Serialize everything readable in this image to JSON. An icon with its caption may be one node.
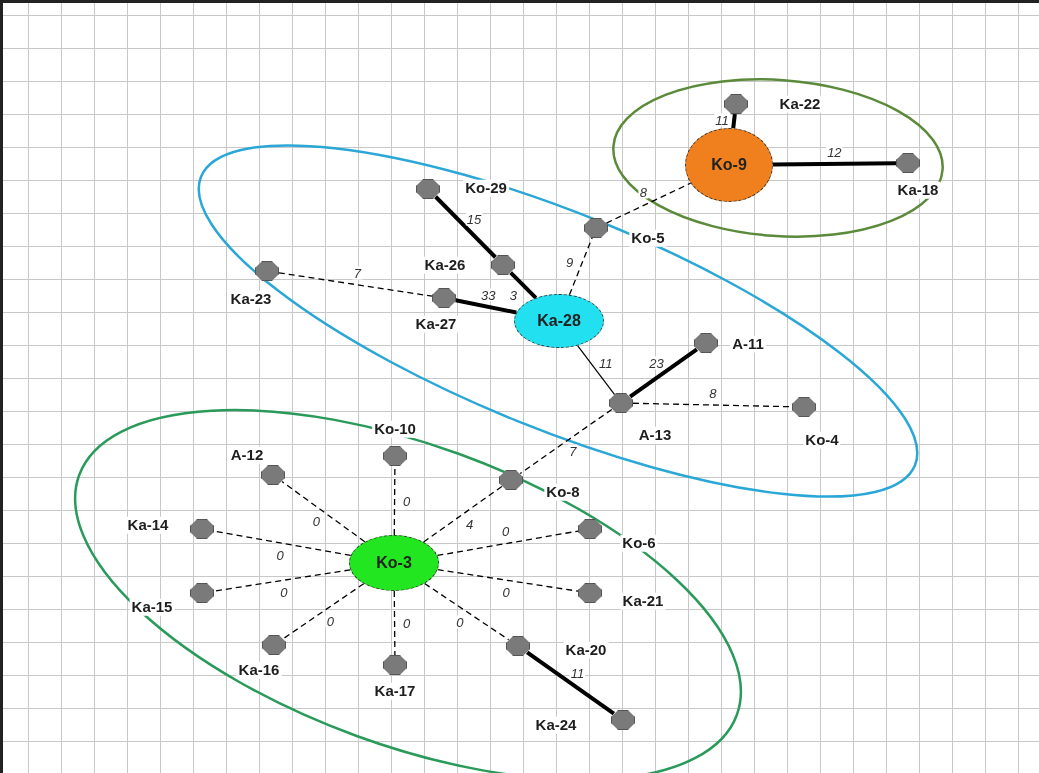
{
  "diagram": {
    "nodes": [
      {
        "text": [
          "Ka-22"
        ]
      },
      {
        "text": [
          "Ko-9"
        ]
      },
      {
        "text": [
          "Ka-18"
        ]
      },
      {
        "text": [
          "Ko-29"
        ]
      },
      {
        "text": [
          "Ko-5"
        ]
      },
      {
        "text": [
          "Ka-26"
        ]
      },
      {
        "text": [
          "Ka-23"
        ]
      },
      {
        "text": [
          "Ka-27"
        ]
      },
      {
        "text": [
          "Ka-28"
        ]
      },
      {
        "text": [
          "A-11"
        ]
      },
      {
        "text": [
          "A-13"
        ]
      },
      {
        "text": [
          "Ko-4"
        ]
      },
      {
        "text": [
          "Ko-10"
        ]
      },
      {
        "text": [
          "A-12"
        ]
      },
      {
        "text": [
          "Ko-8"
        ]
      },
      {
        "text": [
          "Ka-14"
        ]
      },
      {
        "text": [
          "Ko-6"
        ]
      },
      {
        "text": [
          "Ko-3"
        ]
      },
      {
        "text": [
          "Ka-15"
        ]
      },
      {
        "text": [
          "Ka-21"
        ]
      },
      {
        "text": [
          "Ka-16"
        ]
      },
      {
        "text": [
          "Ka-17"
        ]
      },
      {
        "text": [
          "Ka-20"
        ]
      },
      {
        "text": [
          "Ka-24"
        ]
      }
    ],
    "edges": [
      {
        "from": 1,
        "to": 0,
        "arrow": "none",
        "label": "11",
        "style": "thick"
      },
      {
        "from": 1,
        "to": 2,
        "arrow": "none",
        "label": "12",
        "style": "thick"
      },
      {
        "from": 4,
        "to": 1,
        "arrow": "none",
        "label": "8",
        "style": "dashed"
      },
      {
        "from": 3,
        "to": 5,
        "arrow": "none",
        "label": "15",
        "style": "thick"
      },
      {
        "from": 5,
        "to": 8,
        "arrow": "none",
        "label": "3",
        "style": "thick"
      },
      {
        "from": 6,
        "to": 7,
        "arrow": "none",
        "label": "7",
        "style": "dashed"
      },
      {
        "from": 7,
        "to": 8,
        "arrow": "none",
        "label": "33",
        "style": "thick"
      },
      {
        "from": 8,
        "to": 4,
        "arrow": "none",
        "label": "9",
        "style": "dashed"
      },
      {
        "from": 8,
        "to": 10,
        "arrow": "none",
        "label": "11"
      },
      {
        "from": 10,
        "to": 9,
        "arrow": "none",
        "label": "23",
        "style": "thick"
      },
      {
        "from": 10,
        "to": 11,
        "arrow": "none",
        "label": "8",
        "style": "dashed"
      },
      {
        "from": 10,
        "to": 14,
        "arrow": "none",
        "label": "7",
        "style": "dashed"
      },
      {
        "from": 14,
        "to": 17,
        "arrow": "none",
        "label": "4",
        "style": "dashed"
      },
      {
        "from": 17,
        "to": 12,
        "arrow": "none",
        "label": "0",
        "style": "dashed"
      },
      {
        "from": 17,
        "to": 13,
        "arrow": "none",
        "label": "0",
        "style": "dashed"
      },
      {
        "from": 17,
        "to": 15,
        "arrow": "none",
        "label": "0",
        "style": "dashed"
      },
      {
        "from": 17,
        "to": 18,
        "arrow": "none",
        "label": "0",
        "style": "dashed"
      },
      {
        "from": 17,
        "to": 20,
        "arrow": "none",
        "label": "0",
        "style": "dashed"
      },
      {
        "from": 17,
        "to": 21,
        "arrow": "none",
        "label": "0",
        "style": "dashed"
      },
      {
        "from": 17,
        "to": 16,
        "arrow": "none",
        "label": "0",
        "style": "dashed"
      },
      {
        "from": 17,
        "to": 19,
        "arrow": "none",
        "label": "0",
        "style": "dashed"
      },
      {
        "from": 17,
        "to": 22,
        "arrow": "none",
        "label": "0",
        "style": "dashed"
      },
      {
        "from": 22,
        "to": 23,
        "arrow": "none",
        "label": "11",
        "style": "thick"
      }
    ]
  }
}
